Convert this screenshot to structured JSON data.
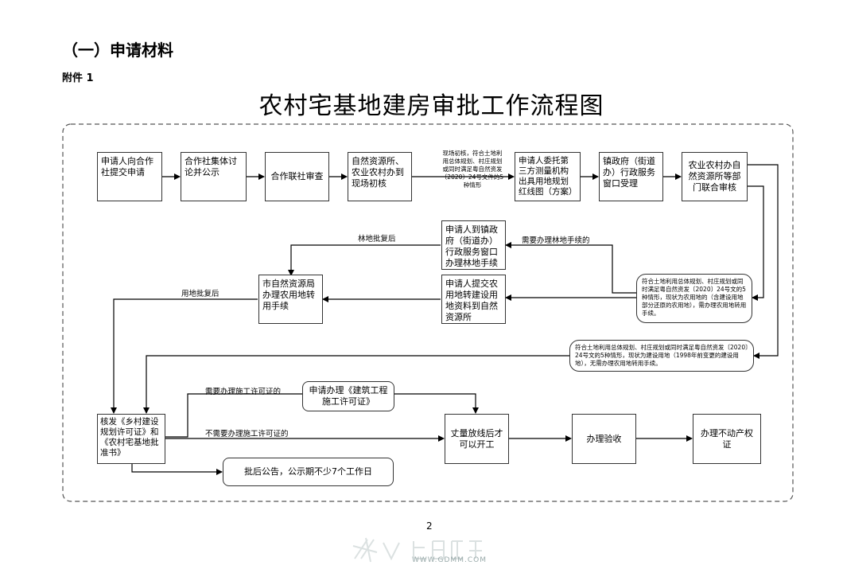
{
  "section_heading": "（一）申请材料",
  "attachment_label": "附件 1",
  "flowchart": {
    "title": "农村宅基地建房审批工作流程图",
    "steps": {
      "apply": "申请人向合作社提交申请",
      "discuss": "合作社集体讨论并公示",
      "joint_review": "合作联社审查",
      "field_check": "自然资源所、农业农村办到现场初核",
      "field_check_note": "现场初核，符合土地利用总体规划、村庄规划或同时满足粤自然资发〔2020〕24号文件的5种情形",
      "survey": "申请人委托第三方测量机构出具用地规划红线图（方案）",
      "town_window": "镇政府（街道办）行政服务窗口受理",
      "joint_audit": "农业农村办自然资源所等部门联合审核",
      "forest_window": "申请人到镇政府（街道办）行政服务窗口办理林地手续",
      "submit_farmland": "申请人提交农用地转建设用地资料到自然资源所",
      "city_bureau": "市自然资源局办理农用地转用手续",
      "permit": "核发《乡村建设规划许可证》和《农村宅基地批准书》",
      "construction_permit": "申请办理《建筑工程施工许可证》",
      "survey_line": "丈量放线后才可以开工",
      "acceptance": "办理验收",
      "property": "办理不动产权证",
      "announcement": "批后公告，公示期不少7个工作日"
    },
    "conditions": {
      "farmland": "符合土地利用总体规划、村庄规划或同时满足粤自然资发〔2020〕24号文的5种情形，现状为农用地的（含建设用地部分还原的农用地），需办理农用地转用手续。",
      "construction_land": "符合土地利用总体规划、村庄规划或同时满足粤自然资发〔2020〕24号文的5种情形，现状为建设用地（1998年前变更的建设用地），无需办理农用地转用手续。"
    },
    "edge_labels": {
      "forest_approved": "林地批复后",
      "need_forest": "需要办理林地手续的",
      "land_approved": "用地批复后",
      "need_permit": "需要办理施工许可证的",
      "no_permit": "不需要办理施工许可证的"
    }
  },
  "page_number": "2",
  "watermark_url": "WWW.GDMM.COM"
}
